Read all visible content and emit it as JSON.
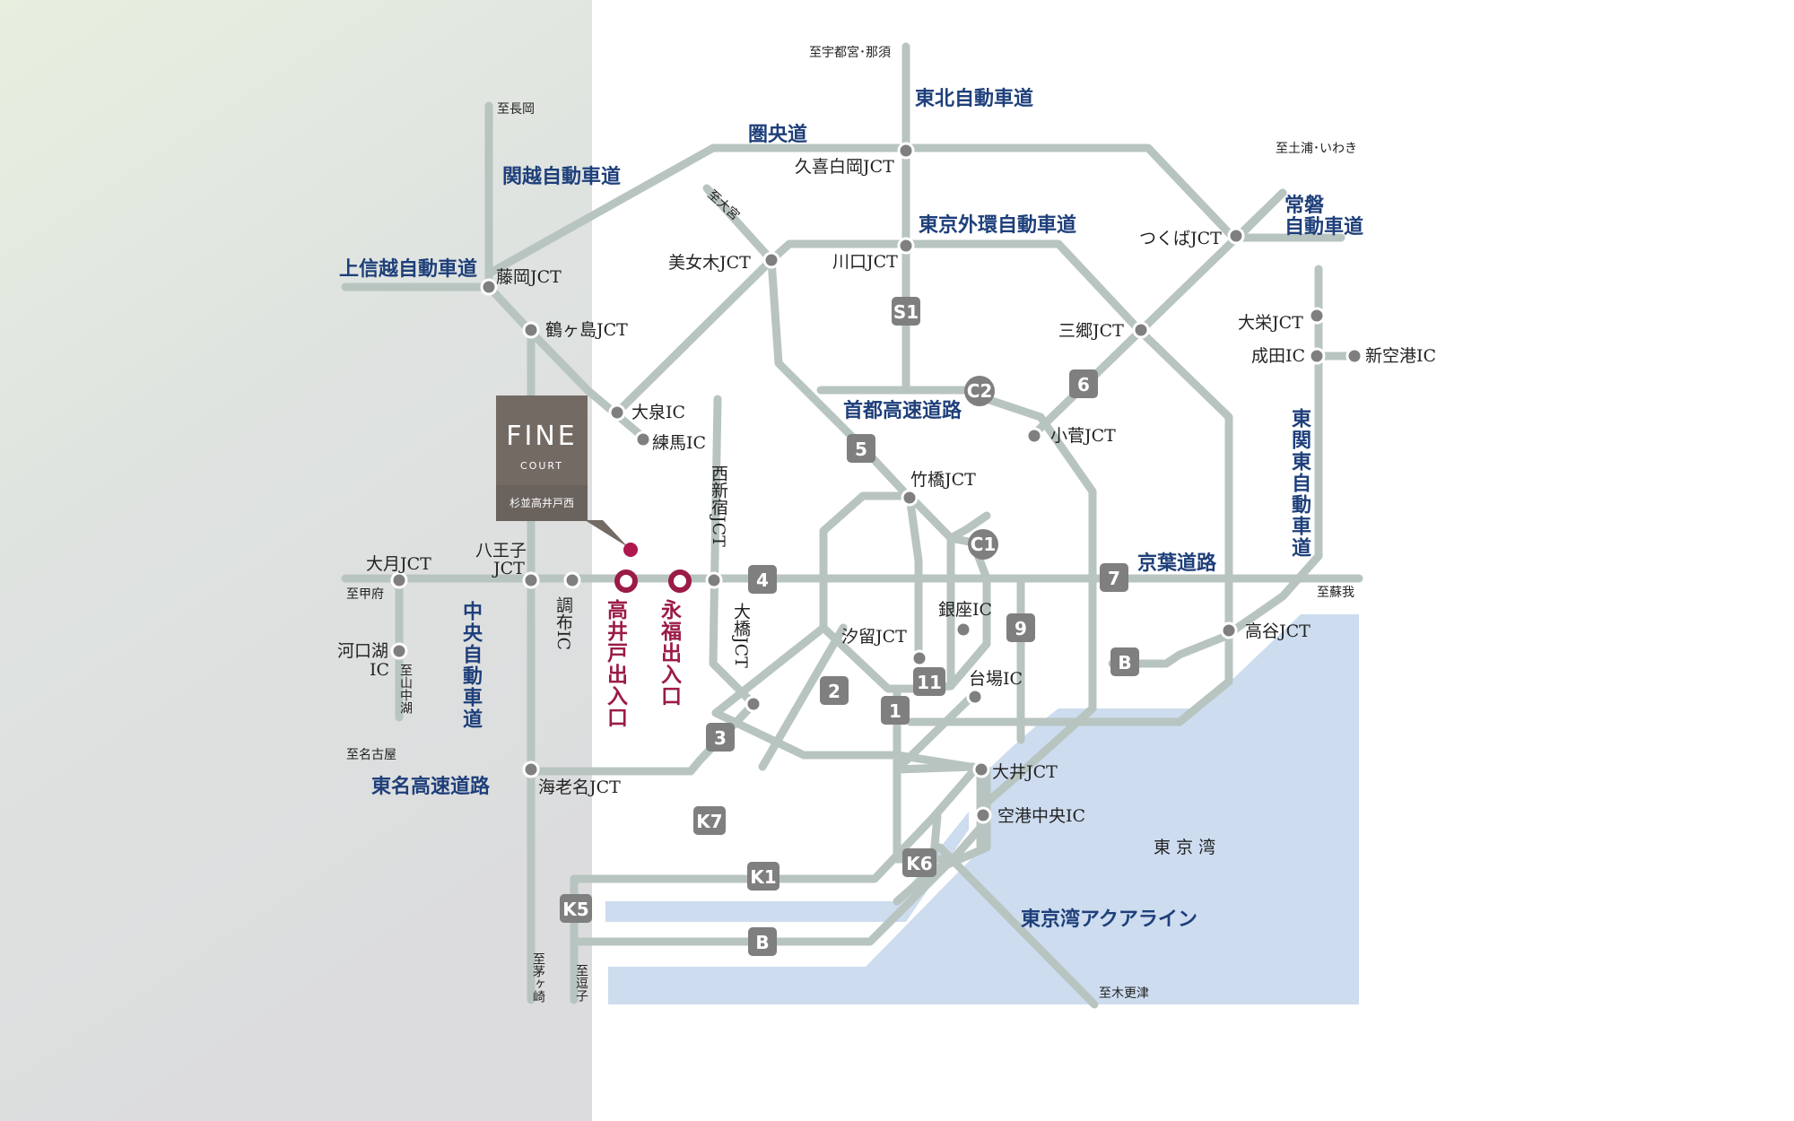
{
  "colors": {
    "road": "#b8c4c0",
    "node": "#7f7f7f",
    "badge": "#7f7f7f",
    "sea": "#cddcef",
    "highway_label": "#1e3f7a",
    "exit": "#9b1b47",
    "marker": "#b0174e",
    "logo_bg": "#746a64"
  },
  "logo": {
    "title": "FINE",
    "subtitle": "COURT",
    "place": "杉並高井戸西"
  },
  "highways": {
    "tohoku": "東北自動車道",
    "kenodo": "圏央道",
    "kanetsu": "関越自動車道",
    "joshinetsu": "上信越自動車道",
    "gaikan": "東京外環自動車道",
    "joban": [
      "常磐",
      "自動車道"
    ],
    "shuto": "首都高速道路",
    "higashikanto": "東関東自動車道",
    "keiyo": "京葉道路",
    "chuo": "中央自動車道",
    "tomei": "東名高速道路",
    "aqualine": "東京湾アクアライン"
  },
  "places": {
    "utsunomiya": "至宇都宮･那須",
    "nagaoka": "至長岡",
    "tsuchiura": "至土浦･いわき",
    "omiya": "至大宮",
    "kofu": "至甲府",
    "yamanakako": "至山中湖",
    "nagoya": "至名古屋",
    "chigasaki": "至茅ヶ崎",
    "zushi": "至逗子",
    "kisarazu": "至木更津",
    "soga": "至蘇我",
    "tokyo_bay": "東 京 湾"
  },
  "nodes": {
    "kuki": "久喜白岡JCT",
    "fujioka": "藤岡JCT",
    "tsurugashima": "鶴ヶ島JCT",
    "bijogi": "美女木JCT",
    "kawaguchi": "川口JCT",
    "tsukuba": "つくばJCT",
    "misato": "三郷JCT",
    "oei": "大栄JCT",
    "narita": "成田IC",
    "shinkuko": "新空港IC",
    "oizumi": "大泉IC",
    "nerima": "練馬IC",
    "kosuge": "小菅JCT",
    "takebashi": "竹橋JCT",
    "nishishinjuku": "西新宿JCT",
    "otsuki": "大月JCT",
    "hachioji": [
      "八王子",
      "JCT"
    ],
    "chofu": "調布IC",
    "ohashi": "大橋JCT",
    "shiodome": "汐留JCT",
    "ginza": "銀座IC",
    "daiba": "台場IC",
    "koya": "高谷JCT",
    "kawaguchiko": [
      "河口湖",
      "IC"
    ],
    "ebina": "海老名JCT",
    "oi": "大井JCT",
    "kuko": "空港中央IC"
  },
  "exits": {
    "takaido": "高井戸出入口",
    "eifuku": "永福出入口"
  },
  "badges": {
    "s1": "S1",
    "c2": "C2",
    "r6": "6",
    "r5": "5",
    "c1": "C1",
    "r4": "4",
    "r7": "7",
    "r9": "9",
    "b1": "B",
    "r2": "2",
    "r11": "11",
    "r1": "1",
    "r3": "3",
    "k7": "K7",
    "k6": "K6",
    "k1": "K1",
    "k5": "K5",
    "b2": "B"
  }
}
